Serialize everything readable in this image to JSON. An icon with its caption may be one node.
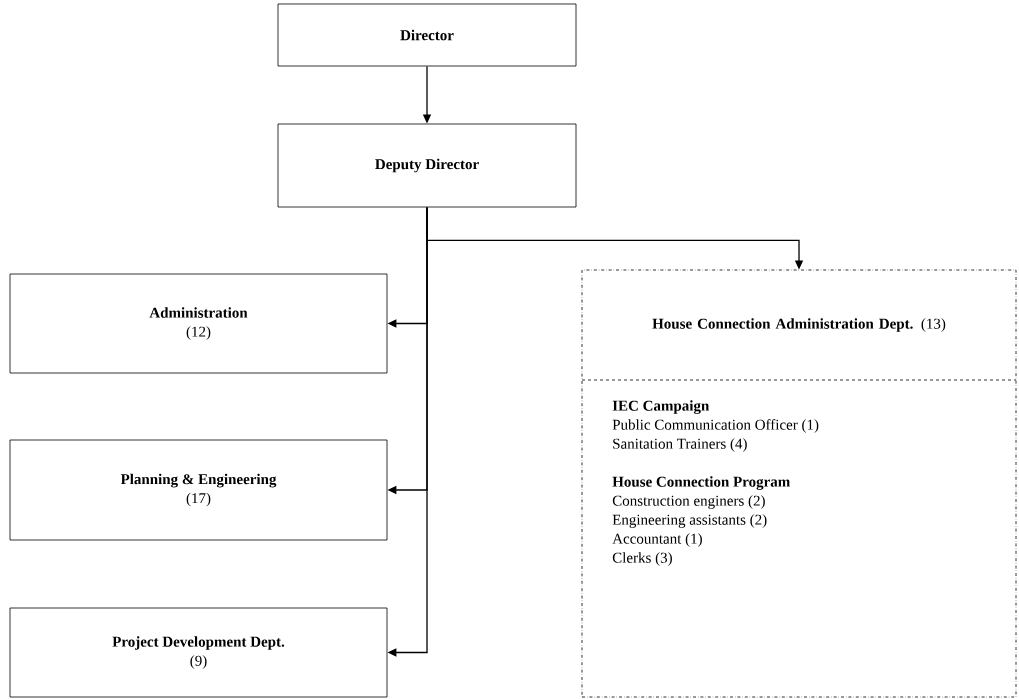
{
  "diagram": {
    "nodes": [
      {
        "text": [
          "Director"
        ]
      },
      {
        "text": [
          "Deputy Director"
        ]
      },
      {
        "text": [
          "Administration",
          "(12)"
        ]
      },
      {
        "text": [
          "Planning & Engineering",
          "(17)"
        ]
      },
      {
        "text": [
          "Project Development Dept.",
          "(9)"
        ]
      },
      {
        "text": [
          "**House Connection Administration Dept.** (13)"
        ]
      },
      {
        "text": [
          "IEC Campaign",
          "Public Communication Officer (1)",
          "Sanitation Trainers (4)",
          "House Connection Program",
          "Construction enginers (2)",
          "Engineering assistants (2)",
          "Accountant (1)",
          "Clerks (3)"
        ],
        "in": 5
      }
    ],
    "edges": [
      {
        "from": 0,
        "to": 1,
        "arrow": "to"
      },
      {
        "from": 1,
        "to": 2,
        "arrow": "to"
      },
      {
        "from": 1,
        "to": 3,
        "arrow": "to"
      },
      {
        "from": 1,
        "to": 4,
        "arrow": "to"
      },
      {
        "from": 1,
        "to": 5,
        "arrow": "to"
      }
    ]
  }
}
